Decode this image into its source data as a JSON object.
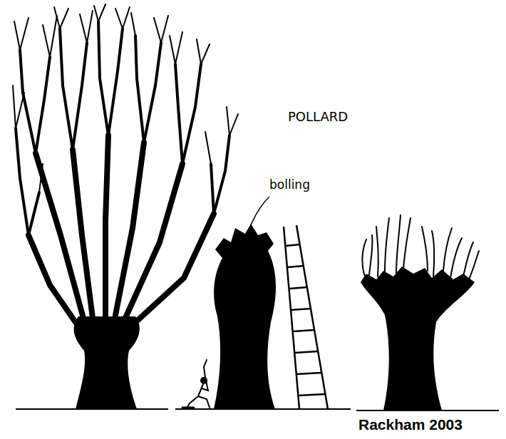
{
  "diagram": {
    "labels": [
      "POLLARD",
      "bolling",
      "Rackham 2003"
    ]
  }
}
